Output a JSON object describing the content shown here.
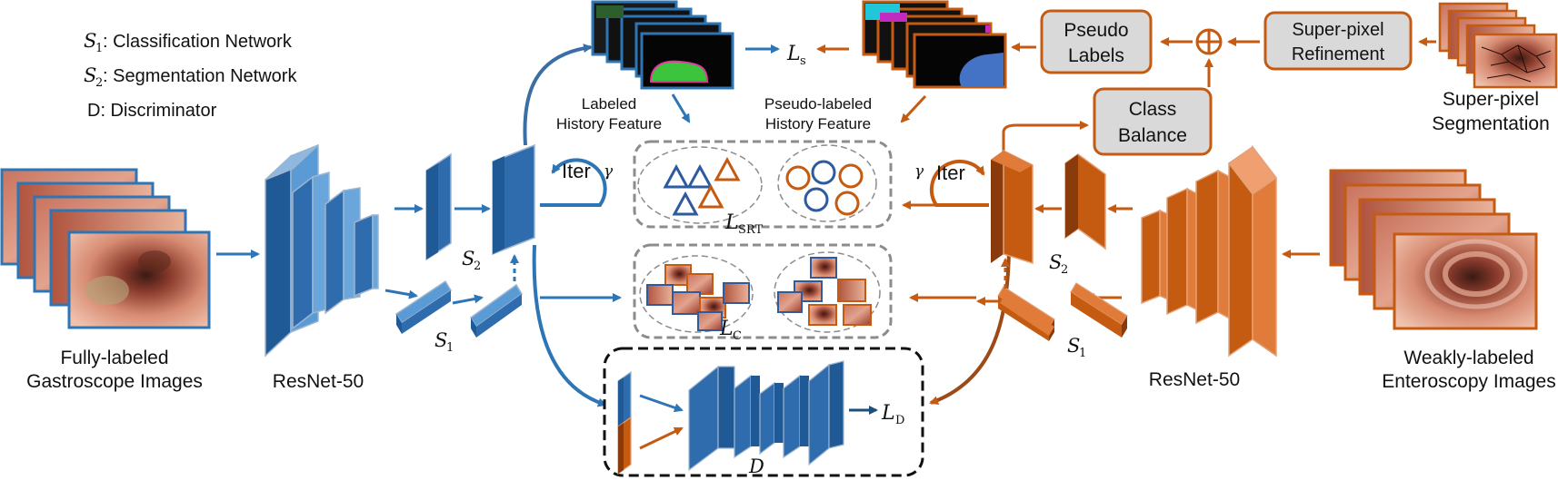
{
  "legend": {
    "s1_symbol": "S",
    "s1_sub": "1",
    "s1_text": ": Classification Network",
    "s2_symbol": "S",
    "s2_sub": "2",
    "s2_text": ": Segmentation Network",
    "d_text": "D: Discriminator"
  },
  "left_branch": {
    "images_label_line1": "Fully-labeled",
    "images_label_line2": "Gastroscope Images",
    "backbone_label": "ResNet-50",
    "s2_symbol": "S",
    "s2_sub": "2",
    "s1_symbol": "S",
    "s1_sub": "1",
    "iter_label": "Iter",
    "gamma": "γ",
    "history_label_line1": "Labeled",
    "history_label_line2": "History Feature"
  },
  "right_branch": {
    "images_label_line1": "Weakly-labeled",
    "images_label_line2": "Enteroscopy Images",
    "backbone_label": "ResNet-50",
    "s2_symbol": "S",
    "s2_sub": "2",
    "s1_symbol": "S",
    "s1_sub": "1",
    "iter_label": "Iter",
    "gamma": "γ",
    "history_label_line1": "Pseudo-labeled",
    "history_label_line2": "History Feature",
    "class_balance_line1": "Class",
    "class_balance_line2": "Balance",
    "pseudo_labels_line1": "Pseudo",
    "pseudo_labels_line2": "Labels",
    "refinement_line1": "Super-pixel",
    "refinement_line2": "Refinement",
    "superpixel_seg_line1": "Super-pixel",
    "superpixel_seg_line2": "Segmentation",
    "plus_symbol": "⊕"
  },
  "losses": {
    "ls_symbol": "L",
    "ls_sub": "s",
    "lsrt_symbol": "L",
    "lsrt_sub": "SRT",
    "lc_symbol": "L",
    "lc_sub": "C",
    "ld_symbol": "L",
    "ld_sub": "D"
  },
  "discriminator": {
    "symbol": "D"
  },
  "colors": {
    "blue": "#2e75b6",
    "blue_light": "#5b9bd5",
    "blue_dark": "#1f4e79",
    "orange": "#c55a11",
    "orange_light": "#e07b39",
    "gray_box": "#d9d9d9",
    "dashed_gray": "#8c8c8c"
  }
}
